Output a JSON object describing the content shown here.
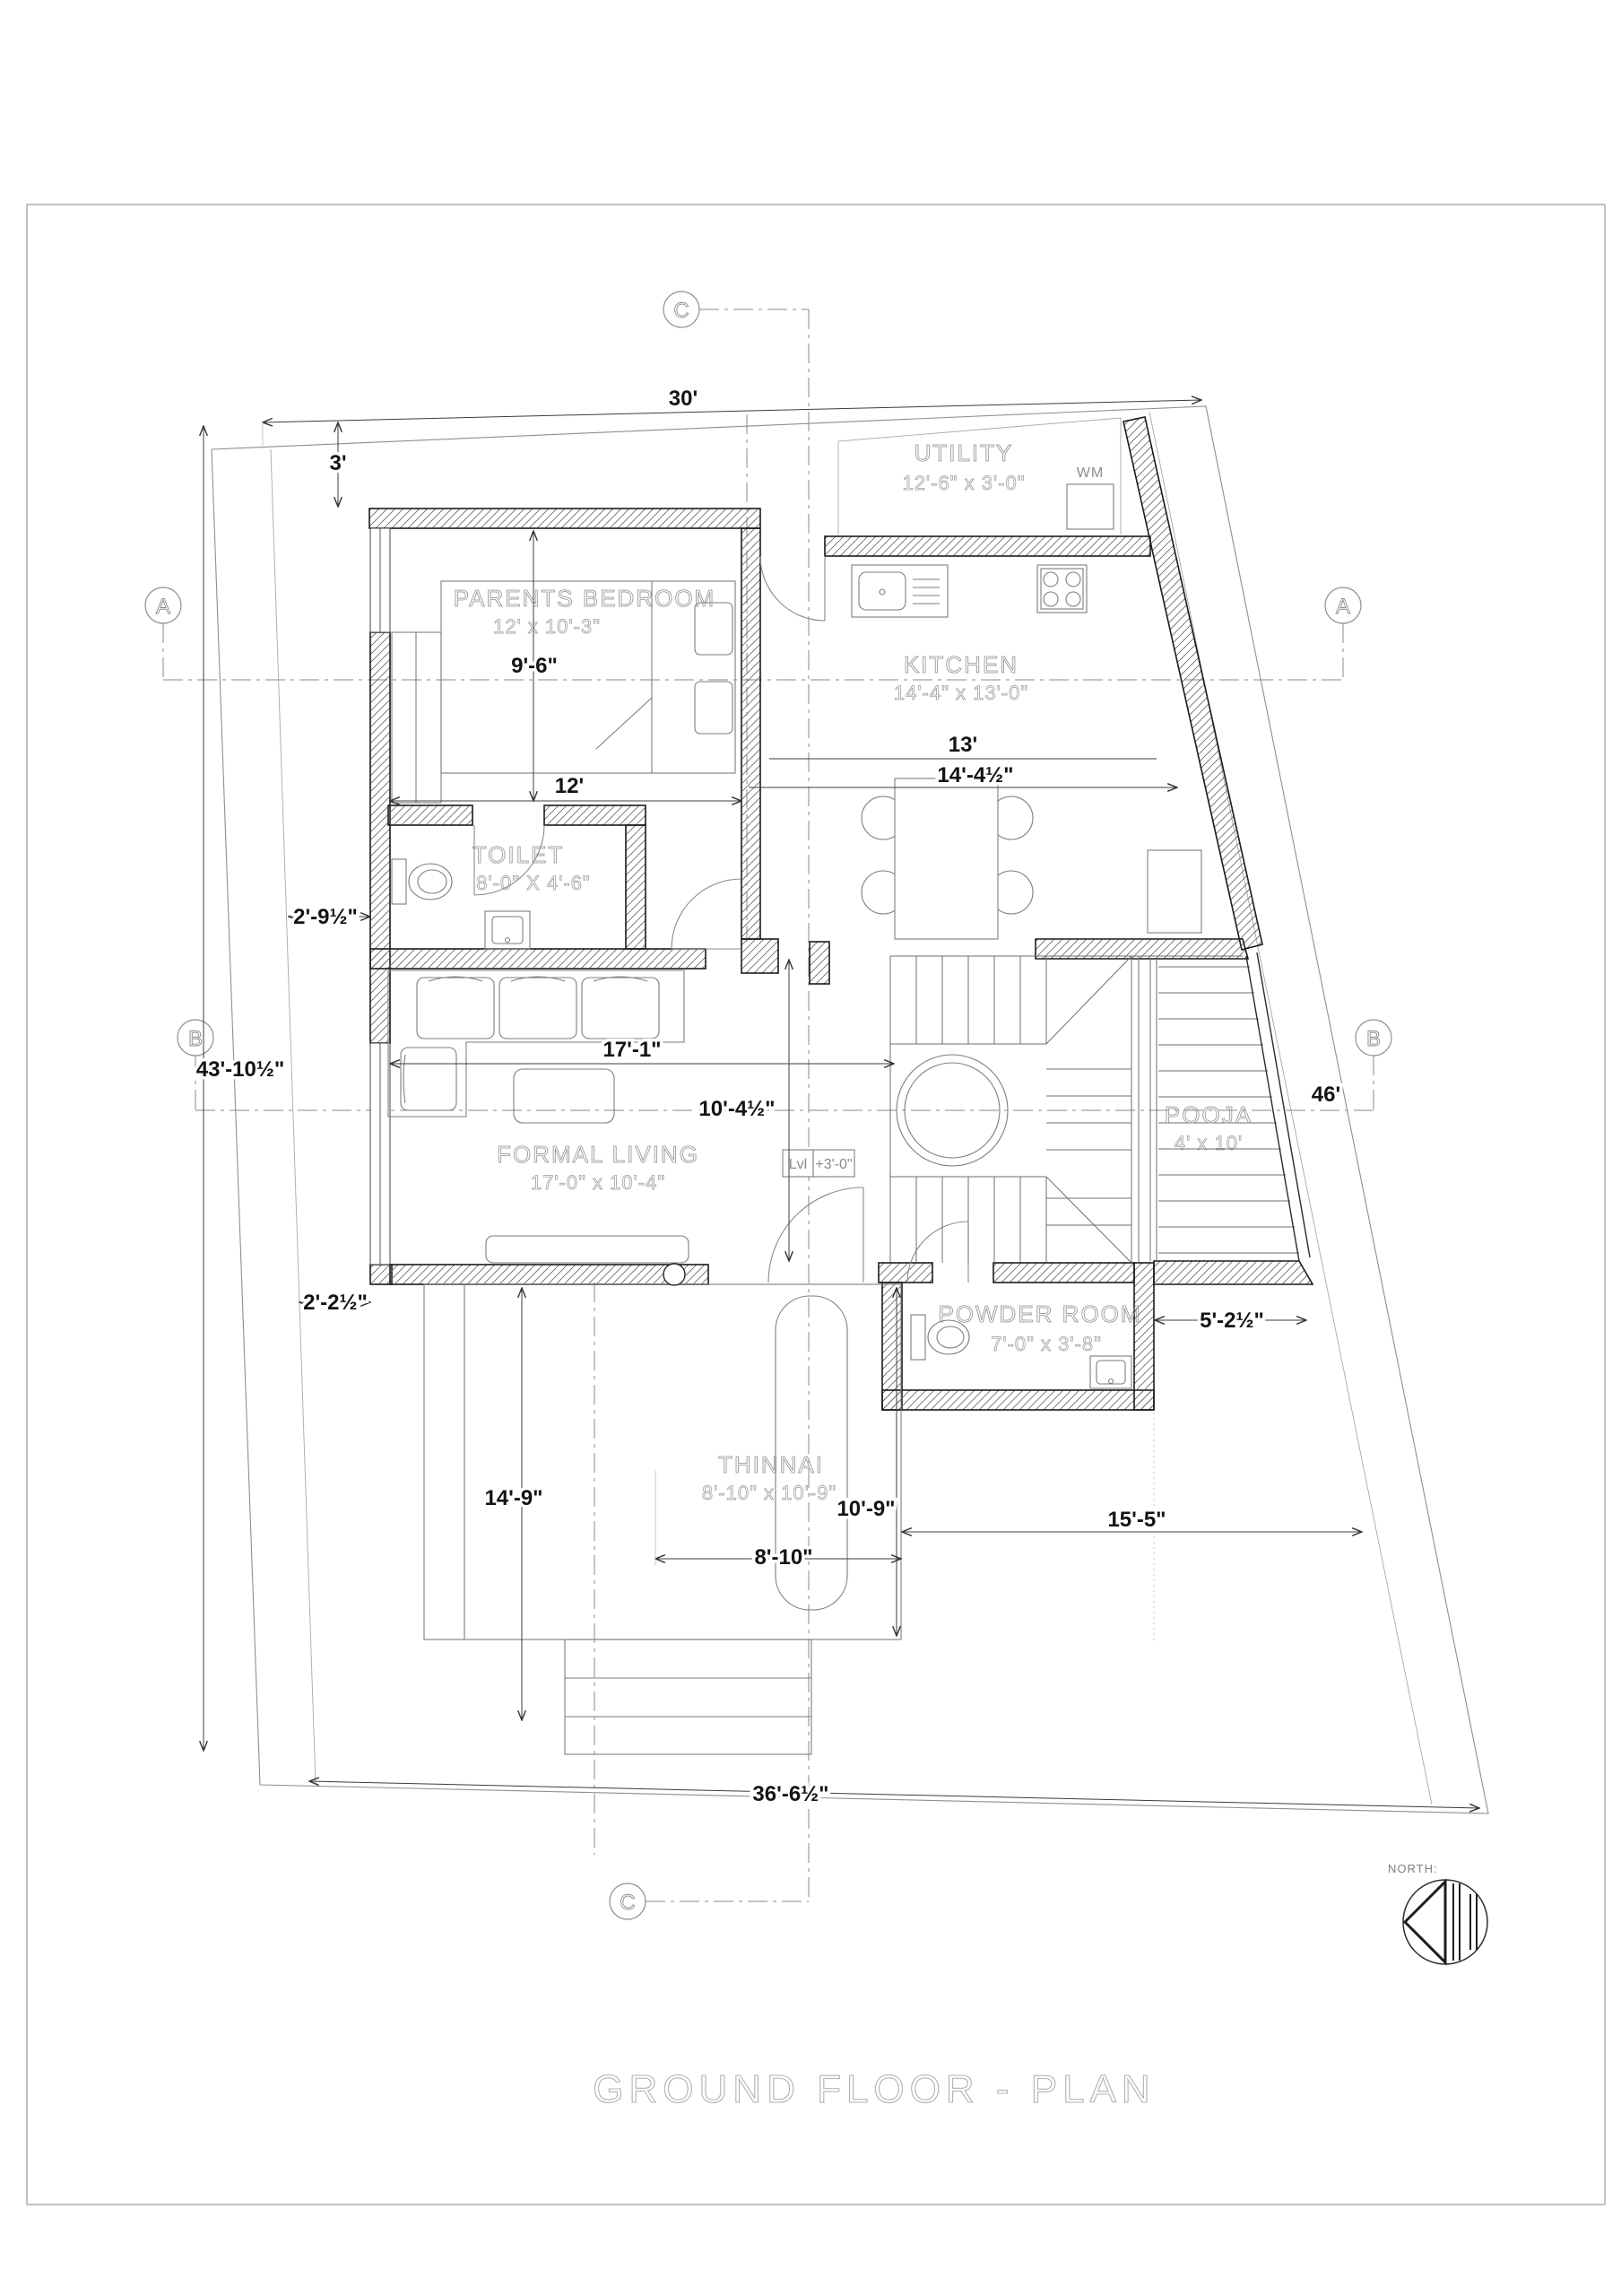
{
  "title": "GROUND FLOOR - PLAN",
  "north_label": "NORTH:",
  "grid": {
    "a": "A",
    "b": "B",
    "c": "C"
  },
  "level": {
    "prefix": "Lvl",
    "value": "+3'-0\""
  },
  "rooms": {
    "parents_bedroom": {
      "name": "PARENTS BEDROOM",
      "size": "12' x 10'-3\""
    },
    "toilet": {
      "name": "TOILET",
      "size": "8'-0\" X 4'-6\""
    },
    "kitchen": {
      "name": "KITCHEN",
      "size": "14'-4\" x 13'-0\""
    },
    "utility": {
      "name": "UTILITY",
      "size": "12'-6\" x 3'-0\"",
      "wm": "WM"
    },
    "formal_living": {
      "name": "FORMAL LIVING",
      "size": "17'-0\" x 10'-4\""
    },
    "pooja": {
      "name": "POOJA",
      "size": "4' x 10'"
    },
    "powder_room": {
      "name": "POWDER ROOM",
      "size": "7'-0\" x 3'-8\""
    },
    "thinnai": {
      "name": "THINNAI",
      "size": "8'-10\" x 10'-9\""
    }
  },
  "dimensions": {
    "site_top": "30'",
    "setback_top": "3'",
    "bedroom_height": "9'-6\"",
    "bedroom_width": "12'",
    "toilet_offset": "2'-9½\"",
    "site_left": "43'-10½\"",
    "living_width": "17'-1\"",
    "hall_height": "10'-4½\"",
    "dining_clear": "13'",
    "dining_width": "14'-4½\"",
    "site_right": "46'",
    "living_offset": "2'-2½\"",
    "powder_offset": "5'-2½\"",
    "thinnai_height": "14'-9\"",
    "thinnai_inner_height": "10'-9\"",
    "thinnai_width": "8'-10\"",
    "bottom_right": "15'-5\"",
    "site_bottom": "36'-6½\""
  }
}
